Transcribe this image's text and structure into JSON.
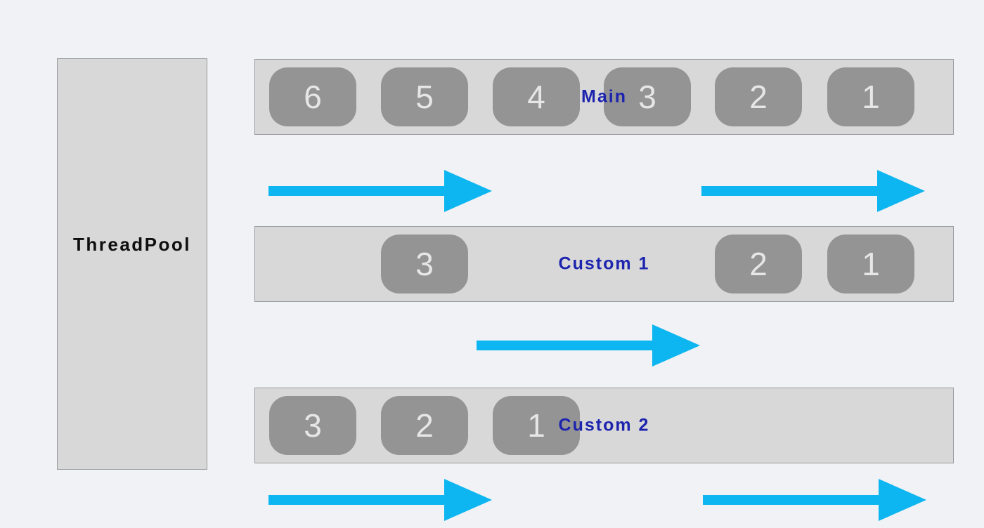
{
  "diagram": {
    "pool_label": "ThreadPool",
    "lanes": [
      {
        "id": "main",
        "label": "Main",
        "tasks": [
          {
            "value": "6",
            "slot": 0
          },
          {
            "value": "5",
            "slot": 1
          },
          {
            "value": "4",
            "slot": 2
          },
          {
            "value": "3",
            "slot": 3
          },
          {
            "value": "2",
            "slot": 4
          },
          {
            "value": "1",
            "slot": 5
          }
        ]
      },
      {
        "id": "custom1",
        "label": "Custom 1",
        "tasks": [
          {
            "value": "3",
            "slot": 1
          },
          {
            "value": "2",
            "slot": 4
          },
          {
            "value": "1",
            "slot": 5
          }
        ]
      },
      {
        "id": "custom2",
        "label": "Custom 2",
        "tasks": [
          {
            "value": "3",
            "slot": 0
          },
          {
            "value": "2",
            "slot": 1
          },
          {
            "value": "1",
            "slot": 2
          }
        ]
      }
    ],
    "arrows": [
      {
        "position": "between-main-and-custom1-left",
        "direction": "right"
      },
      {
        "position": "between-main-and-custom1-right",
        "direction": "right"
      },
      {
        "position": "between-custom1-and-custom2-center",
        "direction": "right"
      },
      {
        "position": "below-custom2-left",
        "direction": "right"
      },
      {
        "position": "below-custom2-right",
        "direction": "right"
      }
    ],
    "colors": {
      "background": "#f0f2f6",
      "lane_fill": "#d8d8d8",
      "lane_border": "#999a9c",
      "task_fill": "#949494",
      "task_number": "#e6e6e6",
      "label_blue": "#1c24ae",
      "arrow_cyan": "#0db6f0",
      "pool_text": "#0e0e0e"
    }
  }
}
